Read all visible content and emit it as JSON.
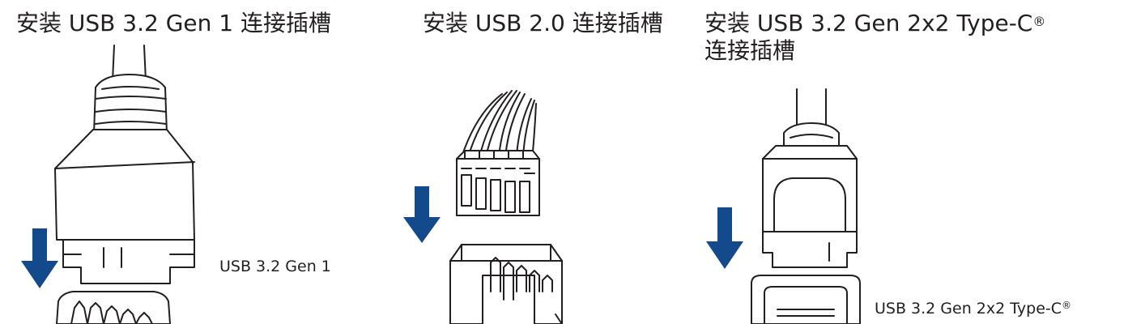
{
  "panels": [
    {
      "title": "安装 USB 3.2 Gen 1 连接插槽",
      "connector_label": "USB 3.2 Gen 1"
    },
    {
      "title": "安装 USB 2.0 连接插槽"
    },
    {
      "title_line1": "安装 USB 3.2 Gen 2x2 Type-C",
      "title_line2": "连接插槽",
      "trademark": "®",
      "connector_label": "USB 3.2 Gen 2x2 Type-C",
      "connector_trademark": "®"
    }
  ],
  "colors": {
    "arrow": "#124a8c",
    "line": "#231f20",
    "background": "#ffffff"
  }
}
